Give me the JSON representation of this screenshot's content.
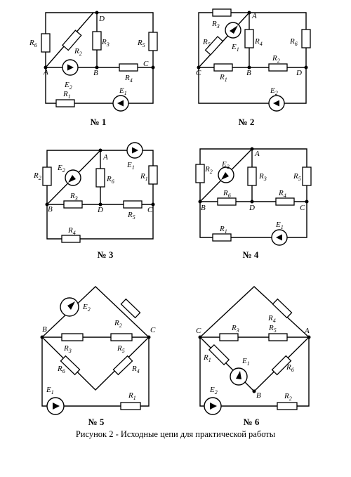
{
  "caption": "Рисунок 2 - Исходные цепи для практической работы",
  "circuits": [
    {
      "number": "№ 1",
      "nodes": [
        "A",
        "B",
        "C",
        "D"
      ],
      "resistors": [
        "R6",
        "R2",
        "R3",
        "R5",
        "R4",
        "R1"
      ],
      "sources": [
        "E2",
        "E1"
      ]
    },
    {
      "number": "№ 2",
      "nodes": [
        "A",
        "B",
        "C",
        "D"
      ],
      "resistors": [
        "R3",
        "R5",
        "R4",
        "R6",
        "R1",
        "R2"
      ],
      "sources": [
        "E1",
        "E2"
      ]
    },
    {
      "number": "№ 3",
      "nodes": [
        "A",
        "B",
        "C",
        "D"
      ],
      "resistors": [
        "R2",
        "R6",
        "R1",
        "R3",
        "R5",
        "R4"
      ],
      "sources": [
        "E2",
        "E1"
      ]
    },
    {
      "number": "№ 4",
      "nodes": [
        "A",
        "B",
        "C",
        "D"
      ],
      "resistors": [
        "R2",
        "R3",
        "R5",
        "R6",
        "R4",
        "R1"
      ],
      "sources": [
        "E2",
        "E1"
      ]
    },
    {
      "number": "№ 5",
      "nodes": [
        "B",
        "C"
      ],
      "resistors": [
        "R2",
        "R3",
        "R5",
        "R6",
        "R4",
        "R1"
      ],
      "sources": [
        "E2",
        "E1"
      ]
    },
    {
      "number": "№ 6",
      "nodes": [
        "A",
        "B",
        "C"
      ],
      "resistors": [
        "R4",
        "R3",
        "R5",
        "R1",
        "R6",
        "R2"
      ],
      "sources": [
        "E1",
        "E2"
      ]
    }
  ]
}
